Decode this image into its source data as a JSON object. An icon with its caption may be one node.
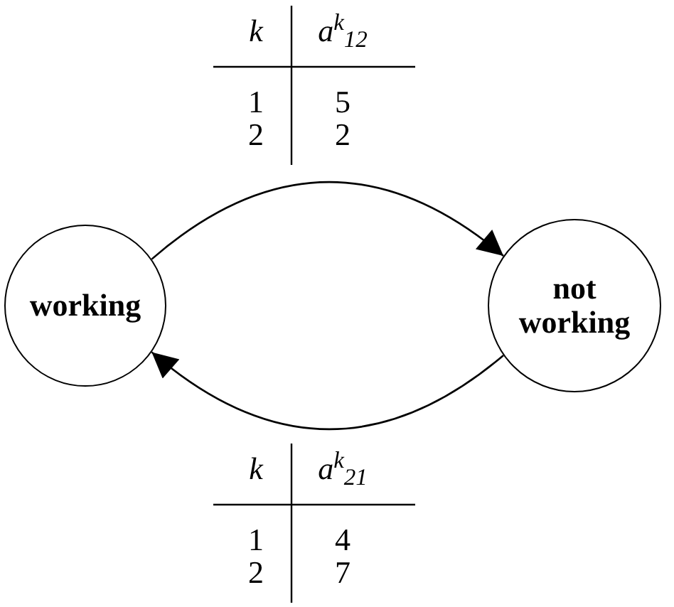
{
  "diagram": {
    "nodes": [
      {
        "text": [
          "working"
        ]
      },
      {
        "text": [
          "not working"
        ]
      }
    ],
    "edges": [
      {
        "from": 0,
        "to": 1,
        "arrow": "to"
      },
      {
        "from": 1,
        "to": 0,
        "arrow": "to"
      }
    ],
    "labels": [
      "k",
      "a$^{k}$$_{12}$",
      "1",
      "5",
      "2",
      "2",
      "k",
      "a$^{k}$$_{21}$",
      "1",
      "4",
      "2",
      "7"
    ]
  }
}
